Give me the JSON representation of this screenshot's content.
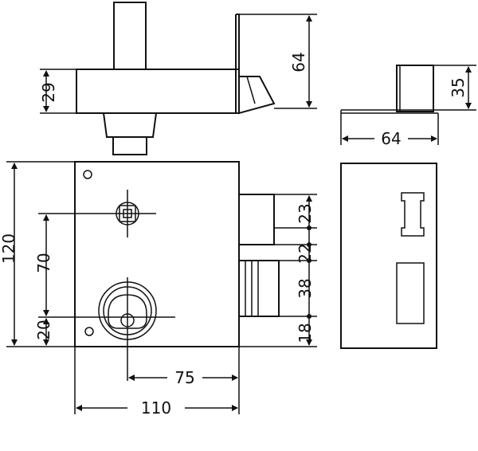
{
  "drawing": {
    "top_view": {
      "bolt_height": "29",
      "overall_height": "64"
    },
    "side_view": {
      "height": "35",
      "width": "64"
    },
    "front_view": {
      "height": "120",
      "spindle_to_cylinder": "70",
      "cylinder_to_bottom": "20",
      "cylinder_to_edge": "75",
      "width": "110",
      "right_dims": [
        "23",
        "22",
        "38",
        "18"
      ]
    }
  }
}
